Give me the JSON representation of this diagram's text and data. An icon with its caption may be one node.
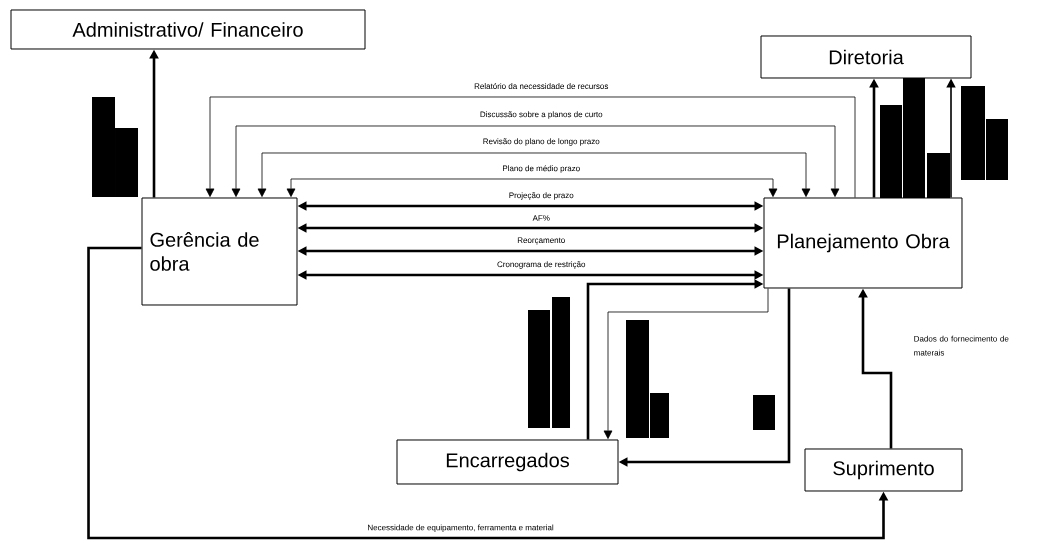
{
  "diagram": {
    "nodes": [
      {
        "text": [
          "Administrativo/ Financeiro"
        ]
      },
      {
        "text": [
          "Diretoria"
        ]
      },
      {
        "text": [
          "Gerência de obra"
        ]
      },
      {
        "text": [
          "Planejamento Obra"
        ]
      },
      {
        "text": [
          "Encarregados"
        ]
      },
      {
        "text": [
          "Suprimento"
        ]
      }
    ],
    "edges": [
      {
        "from": 2,
        "to": 0,
        "arrow": "to"
      },
      {
        "from": 3,
        "to": 1,
        "arrow": "to"
      },
      {
        "from": 3,
        "to": 1,
        "arrow": "to"
      },
      {
        "from": 3,
        "to": 2,
        "arrow": "to",
        "label": "Relatório da necessidade de recursos"
      },
      {
        "from": 2,
        "to": 3,
        "arrow": "both",
        "label": "Discussão sobre a planos de curto"
      },
      {
        "from": 2,
        "to": 3,
        "arrow": "both",
        "label": "Revisão do plano de longo prazo"
      },
      {
        "from": 2,
        "to": 3,
        "arrow": "both",
        "label": "Plano de médio prazo"
      },
      {
        "from": 2,
        "to": 3,
        "arrow": "both",
        "label": "Projeção de prazo"
      },
      {
        "from": 2,
        "to": 3,
        "arrow": "both",
        "label": "AF%"
      },
      {
        "from": 2,
        "to": 3,
        "arrow": "both",
        "label": "Reorçamento"
      },
      {
        "from": 2,
        "to": 3,
        "arrow": "both",
        "label": "Cronograma de restrição"
      },
      {
        "from": 4,
        "to": 3,
        "arrow": "to"
      },
      {
        "from": 3,
        "to": 4,
        "arrow": "to"
      },
      {
        "from": 3,
        "to": 4,
        "arrow": "to"
      },
      {
        "from": 5,
        "to": 3,
        "arrow": "to",
        "label": "Dados do fornecimento de materais"
      },
      {
        "from": 2,
        "to": 5,
        "arrow": "to",
        "label": "Necessidade de equipamento, ferramenta e material"
      }
    ]
  }
}
